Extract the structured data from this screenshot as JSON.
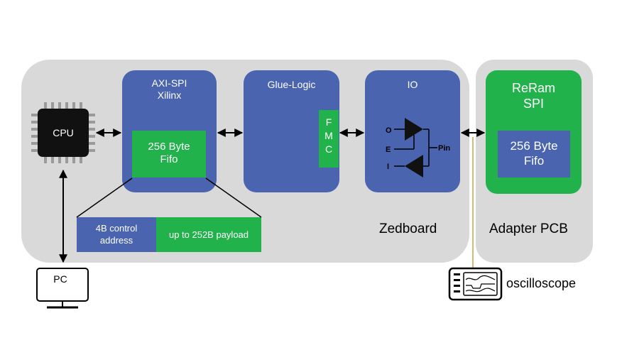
{
  "boards": {
    "zedboard_label": "Zedboard",
    "adapter_label": "Adapter PCB"
  },
  "cpu": {
    "label": "CPU"
  },
  "pc": {
    "label": "PC"
  },
  "axi_spi": {
    "title_line1": "AXI-SPI",
    "title_line2": "Xilinx",
    "fifo_line1": "256 Byte",
    "fifo_line2": "Fifo"
  },
  "glue_logic": {
    "title": "Glue-Logic",
    "fmc_letters": [
      "F",
      "M",
      "C"
    ]
  },
  "io": {
    "title": "IO",
    "pin_labels": {
      "o": "O",
      "e": "E",
      "i": "I",
      "pin": "Pin"
    }
  },
  "reram": {
    "title_line1": "ReRam",
    "title_line2": "SPI",
    "fifo_line1": "256 Byte",
    "fifo_line2": "Fifo"
  },
  "packet": {
    "control_line1": "4B control",
    "control_line2": "address",
    "payload": "up to 252B payload"
  },
  "oscilloscope": {
    "label": "oscilloscope",
    "icon": "oscilloscope-icon"
  },
  "colors": {
    "panel": "#d9d9d9",
    "block_blue": "#4a64b0",
    "green": "#22b24c",
    "probe_line": "#c9a24a"
  }
}
